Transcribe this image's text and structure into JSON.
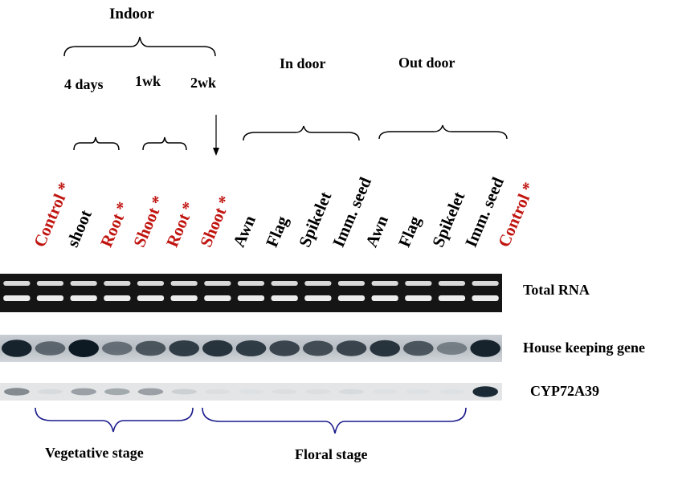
{
  "headers": {
    "indoor": "Indoor",
    "in_door": "In door",
    "out_door": "Out door",
    "timepoints": [
      "4 days",
      "1wk",
      "2wk"
    ]
  },
  "lanes": [
    {
      "label": "Control *",
      "color": "red"
    },
    {
      "label": "shoot",
      "color": "black"
    },
    {
      "label": "Root *",
      "color": "red"
    },
    {
      "label": "Shoot *",
      "color": "red"
    },
    {
      "label": "Root *",
      "color": "red"
    },
    {
      "label": "Shoot *",
      "color": "red"
    },
    {
      "label": "Awn",
      "color": "black"
    },
    {
      "label": "Flag",
      "color": "black"
    },
    {
      "label": "Spikelet",
      "color": "black"
    },
    {
      "label": "Imm. seed",
      "color": "black"
    },
    {
      "label": "Awn",
      "color": "black"
    },
    {
      "label": "Flag",
      "color": "black"
    },
    {
      "label": "Spikelet",
      "color": "black"
    },
    {
      "label": "Imm. seed",
      "color": "black"
    },
    {
      "label": "Control *",
      "color": "red"
    }
  ],
  "gel_labels": {
    "total_rna": "Total RNA",
    "housekeeping": "House keeping gene",
    "target": "CYP72A39"
  },
  "stages": {
    "vegetative": "Vegetative stage",
    "floral": "Floral stage"
  },
  "colors": {
    "red_label": "#c0140f",
    "stage_bracket": "#1a1a8c"
  },
  "band_intensity": {
    "housekeeping": [
      0.95,
      0.55,
      1.0,
      0.5,
      0.65,
      0.8,
      0.85,
      0.8,
      0.75,
      0.7,
      0.75,
      0.85,
      0.65,
      0.4,
      0.95
    ],
    "cyp72a39": [
      0.45,
      0.05,
      0.35,
      0.3,
      0.35,
      0.1,
      0.03,
      0.02,
      0.03,
      0.03,
      0.05,
      0.02,
      0.02,
      0.02,
      0.95
    ]
  }
}
